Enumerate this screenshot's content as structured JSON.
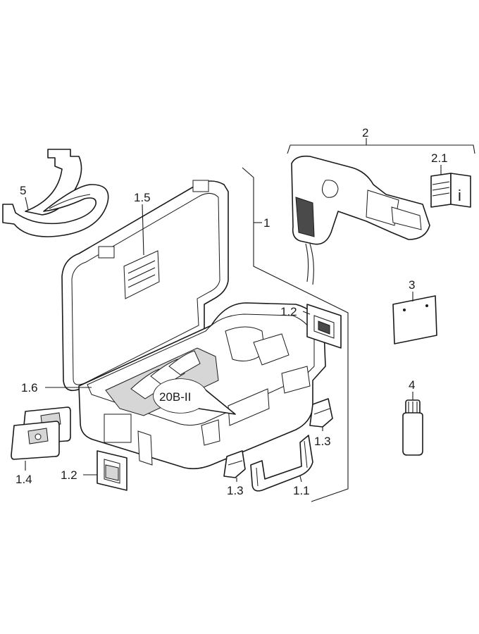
{
  "diagram": {
    "callouts": {
      "c1": "1",
      "c1_1": "1.1",
      "c1_2a": "1.2",
      "c1_2b": "1.2",
      "c1_3a": "1.3",
      "c1_3b": "1.3",
      "c1_4": "1.4",
      "c1_5": "1.5",
      "c1_6": "1.6",
      "c2": "2",
      "c2_1": "2.1",
      "c3": "3",
      "c4": "4",
      "c5": "5"
    },
    "badge": "20B-II",
    "info_symbol": "i"
  }
}
